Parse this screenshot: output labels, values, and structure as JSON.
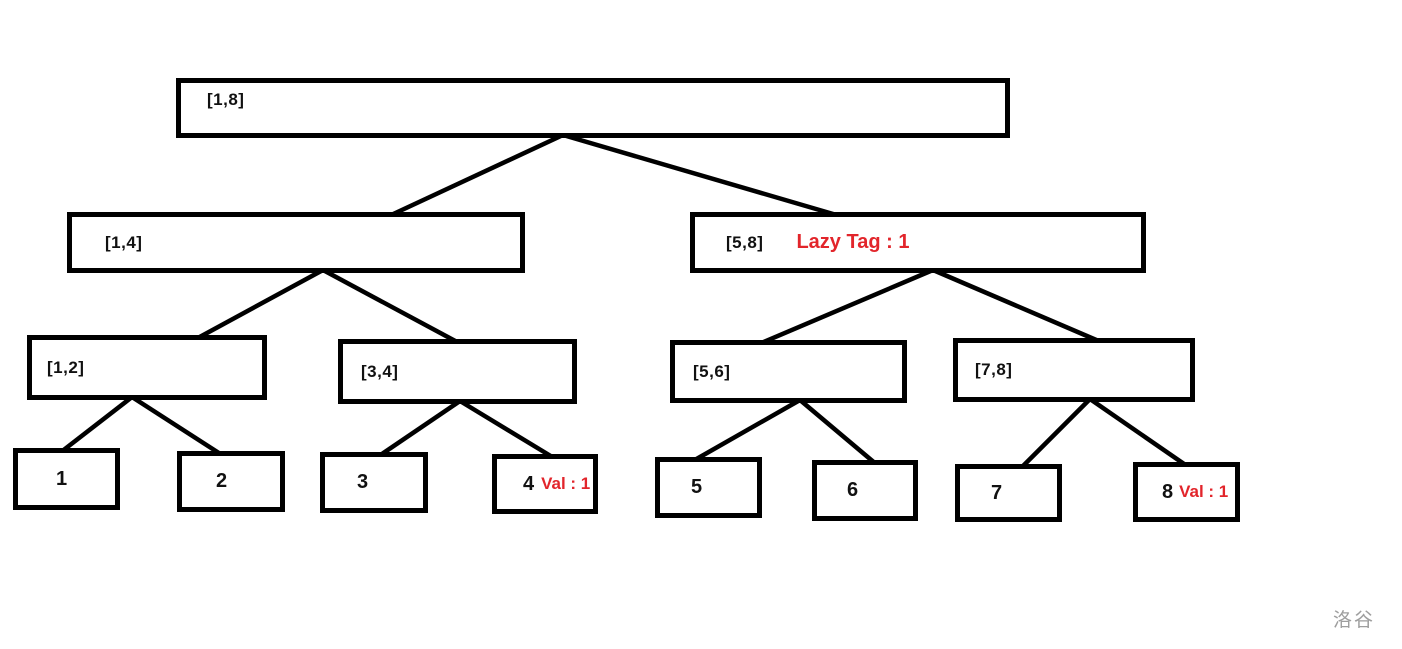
{
  "nodes": {
    "n18": {
      "label": "[1,8]"
    },
    "n14": {
      "label": "[1,4]"
    },
    "n58": {
      "label": "[5,8]",
      "annotation": "Lazy Tag : 1"
    },
    "n12": {
      "label": "[1,2]"
    },
    "n34": {
      "label": "[3,4]"
    },
    "n56": {
      "label": "[5,6]"
    },
    "n78": {
      "label": "[7,8]"
    },
    "leaf1": {
      "label": "1"
    },
    "leaf2": {
      "label": "2"
    },
    "leaf3": {
      "label": "3"
    },
    "leaf4": {
      "label": "4",
      "annotation": "Val : 1"
    },
    "leaf5": {
      "label": "5"
    },
    "leaf6": {
      "label": "6"
    },
    "leaf7": {
      "label": "7"
    },
    "leaf8": {
      "label": "8",
      "annotation": "Val : 1"
    }
  },
  "colors": {
    "annotation_red": "#e2252b",
    "edge_black": "#000000",
    "watermark_gray": "#9e9e9e"
  },
  "watermark": "洛谷"
}
